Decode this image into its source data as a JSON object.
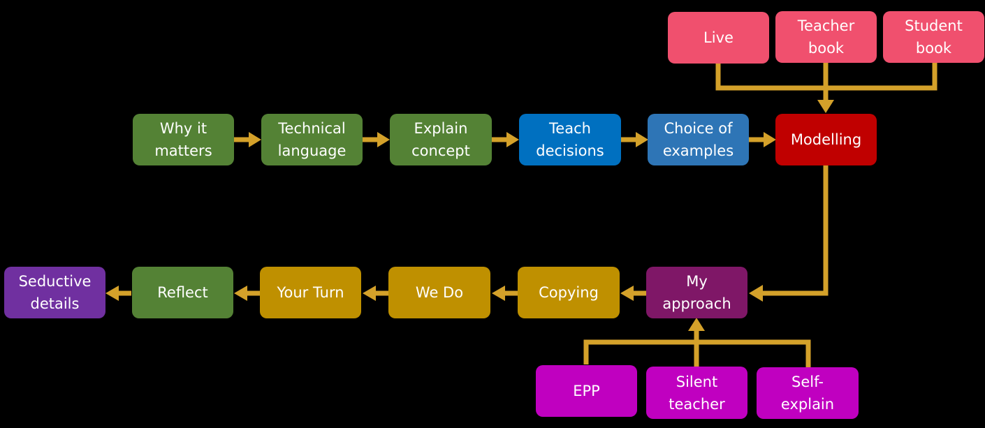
{
  "colors": {
    "arrow": "#D4A12A",
    "green": "#548235",
    "blue_dark": "#0070C0",
    "blue_mid": "#2E75B6",
    "red": "#C00000",
    "pink": "#F0506E",
    "gold": "#BF9000",
    "plum": "#7F1767",
    "magenta": "#C000C0",
    "purple": "#7030A0"
  },
  "sources_top": [
    {
      "id": "live",
      "lines": [
        "Live"
      ]
    },
    {
      "id": "teacher-book",
      "lines": [
        "Teacher",
        "book"
      ]
    },
    {
      "id": "student-book",
      "lines": [
        "Student",
        "book"
      ]
    }
  ],
  "row1": [
    {
      "id": "why-it-matters",
      "lines": [
        "Why it",
        "matters"
      ]
    },
    {
      "id": "technical-language",
      "lines": [
        "Technical",
        "language"
      ]
    },
    {
      "id": "explain-concept",
      "lines": [
        "Explain",
        "concept"
      ]
    },
    {
      "id": "teach-decisions",
      "lines": [
        "Teach",
        "decisions"
      ]
    },
    {
      "id": "choice-of-examples",
      "lines": [
        "Choice of",
        "examples"
      ]
    },
    {
      "id": "modelling",
      "lines": [
        "Modelling"
      ]
    }
  ],
  "row2": [
    {
      "id": "seductive-details",
      "lines": [
        "Seductive",
        "details"
      ]
    },
    {
      "id": "reflect",
      "lines": [
        "Reflect"
      ]
    },
    {
      "id": "your-turn",
      "lines": [
        "Your Turn"
      ]
    },
    {
      "id": "we-do",
      "lines": [
        "We Do"
      ]
    },
    {
      "id": "copying",
      "lines": [
        "Copying"
      ]
    },
    {
      "id": "my-approach",
      "lines": [
        "My",
        "approach"
      ]
    }
  ],
  "sources_bottom": [
    {
      "id": "epp",
      "lines": [
        "EPP"
      ]
    },
    {
      "id": "silent-teacher",
      "lines": [
        "Silent",
        "teacher"
      ]
    },
    {
      "id": "self-explain",
      "lines": [
        "Self-",
        "explain"
      ]
    }
  ]
}
